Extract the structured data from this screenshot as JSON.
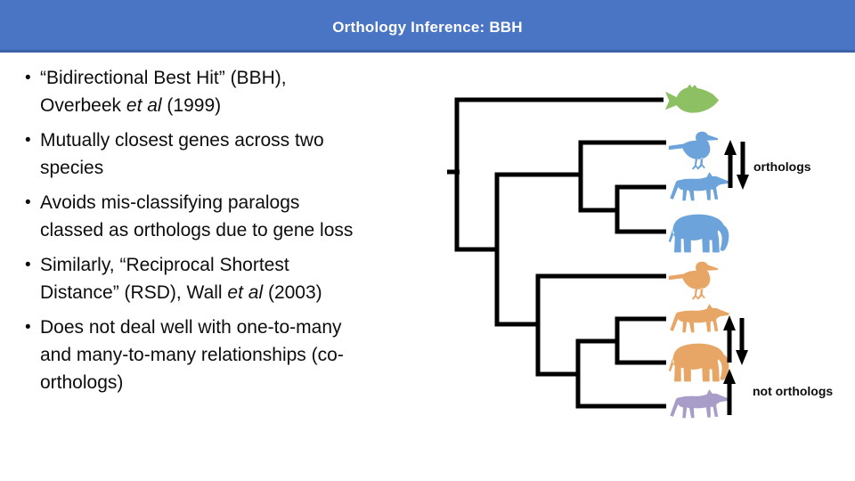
{
  "title": "Orthology Inference: BBH",
  "theme": {
    "slide_bg": "#ffffff",
    "titlebar_bg": "#4a74c4",
    "titlebar_edge": "#3c63a7",
    "title_color": "#ffffff",
    "text_color": "#0d0d0d",
    "tree_line": "#000000"
  },
  "bullets": [
    {
      "lines": [
        [
          {
            "text": "“Bidirectional Best Hit” (BBH),"
          }
        ],
        [
          {
            "text": "Overbeek "
          },
          {
            "text": "et al",
            "italic": true
          },
          {
            "text": " (1999)"
          }
        ]
      ]
    },
    {
      "lines": [
        [
          {
            "text": "Mutually closest genes across two"
          }
        ],
        [
          {
            "text": "species"
          }
        ]
      ]
    },
    {
      "lines": [
        [
          {
            "text": "Avoids mis-classifying paralogs"
          }
        ],
        [
          {
            "text": "classed as orthologs due to gene loss"
          }
        ]
      ]
    },
    {
      "lines": [
        [
          {
            "text": "Similarly, “Reciprocal Shortest"
          }
        ],
        [
          {
            "text": "Distance” (RSD), Wall "
          },
          {
            "text": "et al",
            "italic": true
          },
          {
            "text": " (2003)"
          }
        ]
      ]
    },
    {
      "lines": [
        [
          {
            "text": "Does not deal well with one-to-many"
          }
        ],
        [
          {
            "text": "and many-to-many relationships (co-"
          }
        ],
        [
          {
            "text": "orthologs)"
          }
        ]
      ]
    }
  ],
  "tree": {
    "orthologs_label": "orthologs",
    "not_orthologs_label": "not orthologs",
    "leaves": [
      {
        "species": "fish",
        "color": "#8dc063"
      },
      {
        "species": "bird",
        "color": "#6ba3da"
      },
      {
        "species": "wolf",
        "color": "#6ba3da"
      },
      {
        "species": "elephant",
        "color": "#6ba3da"
      },
      {
        "species": "bird",
        "color": "#e8a666"
      },
      {
        "species": "wolf",
        "color": "#e8a666"
      },
      {
        "species": "elephant",
        "color": "#e8a666"
      },
      {
        "species": "wolf",
        "color": "#a89cc9"
      }
    ]
  }
}
